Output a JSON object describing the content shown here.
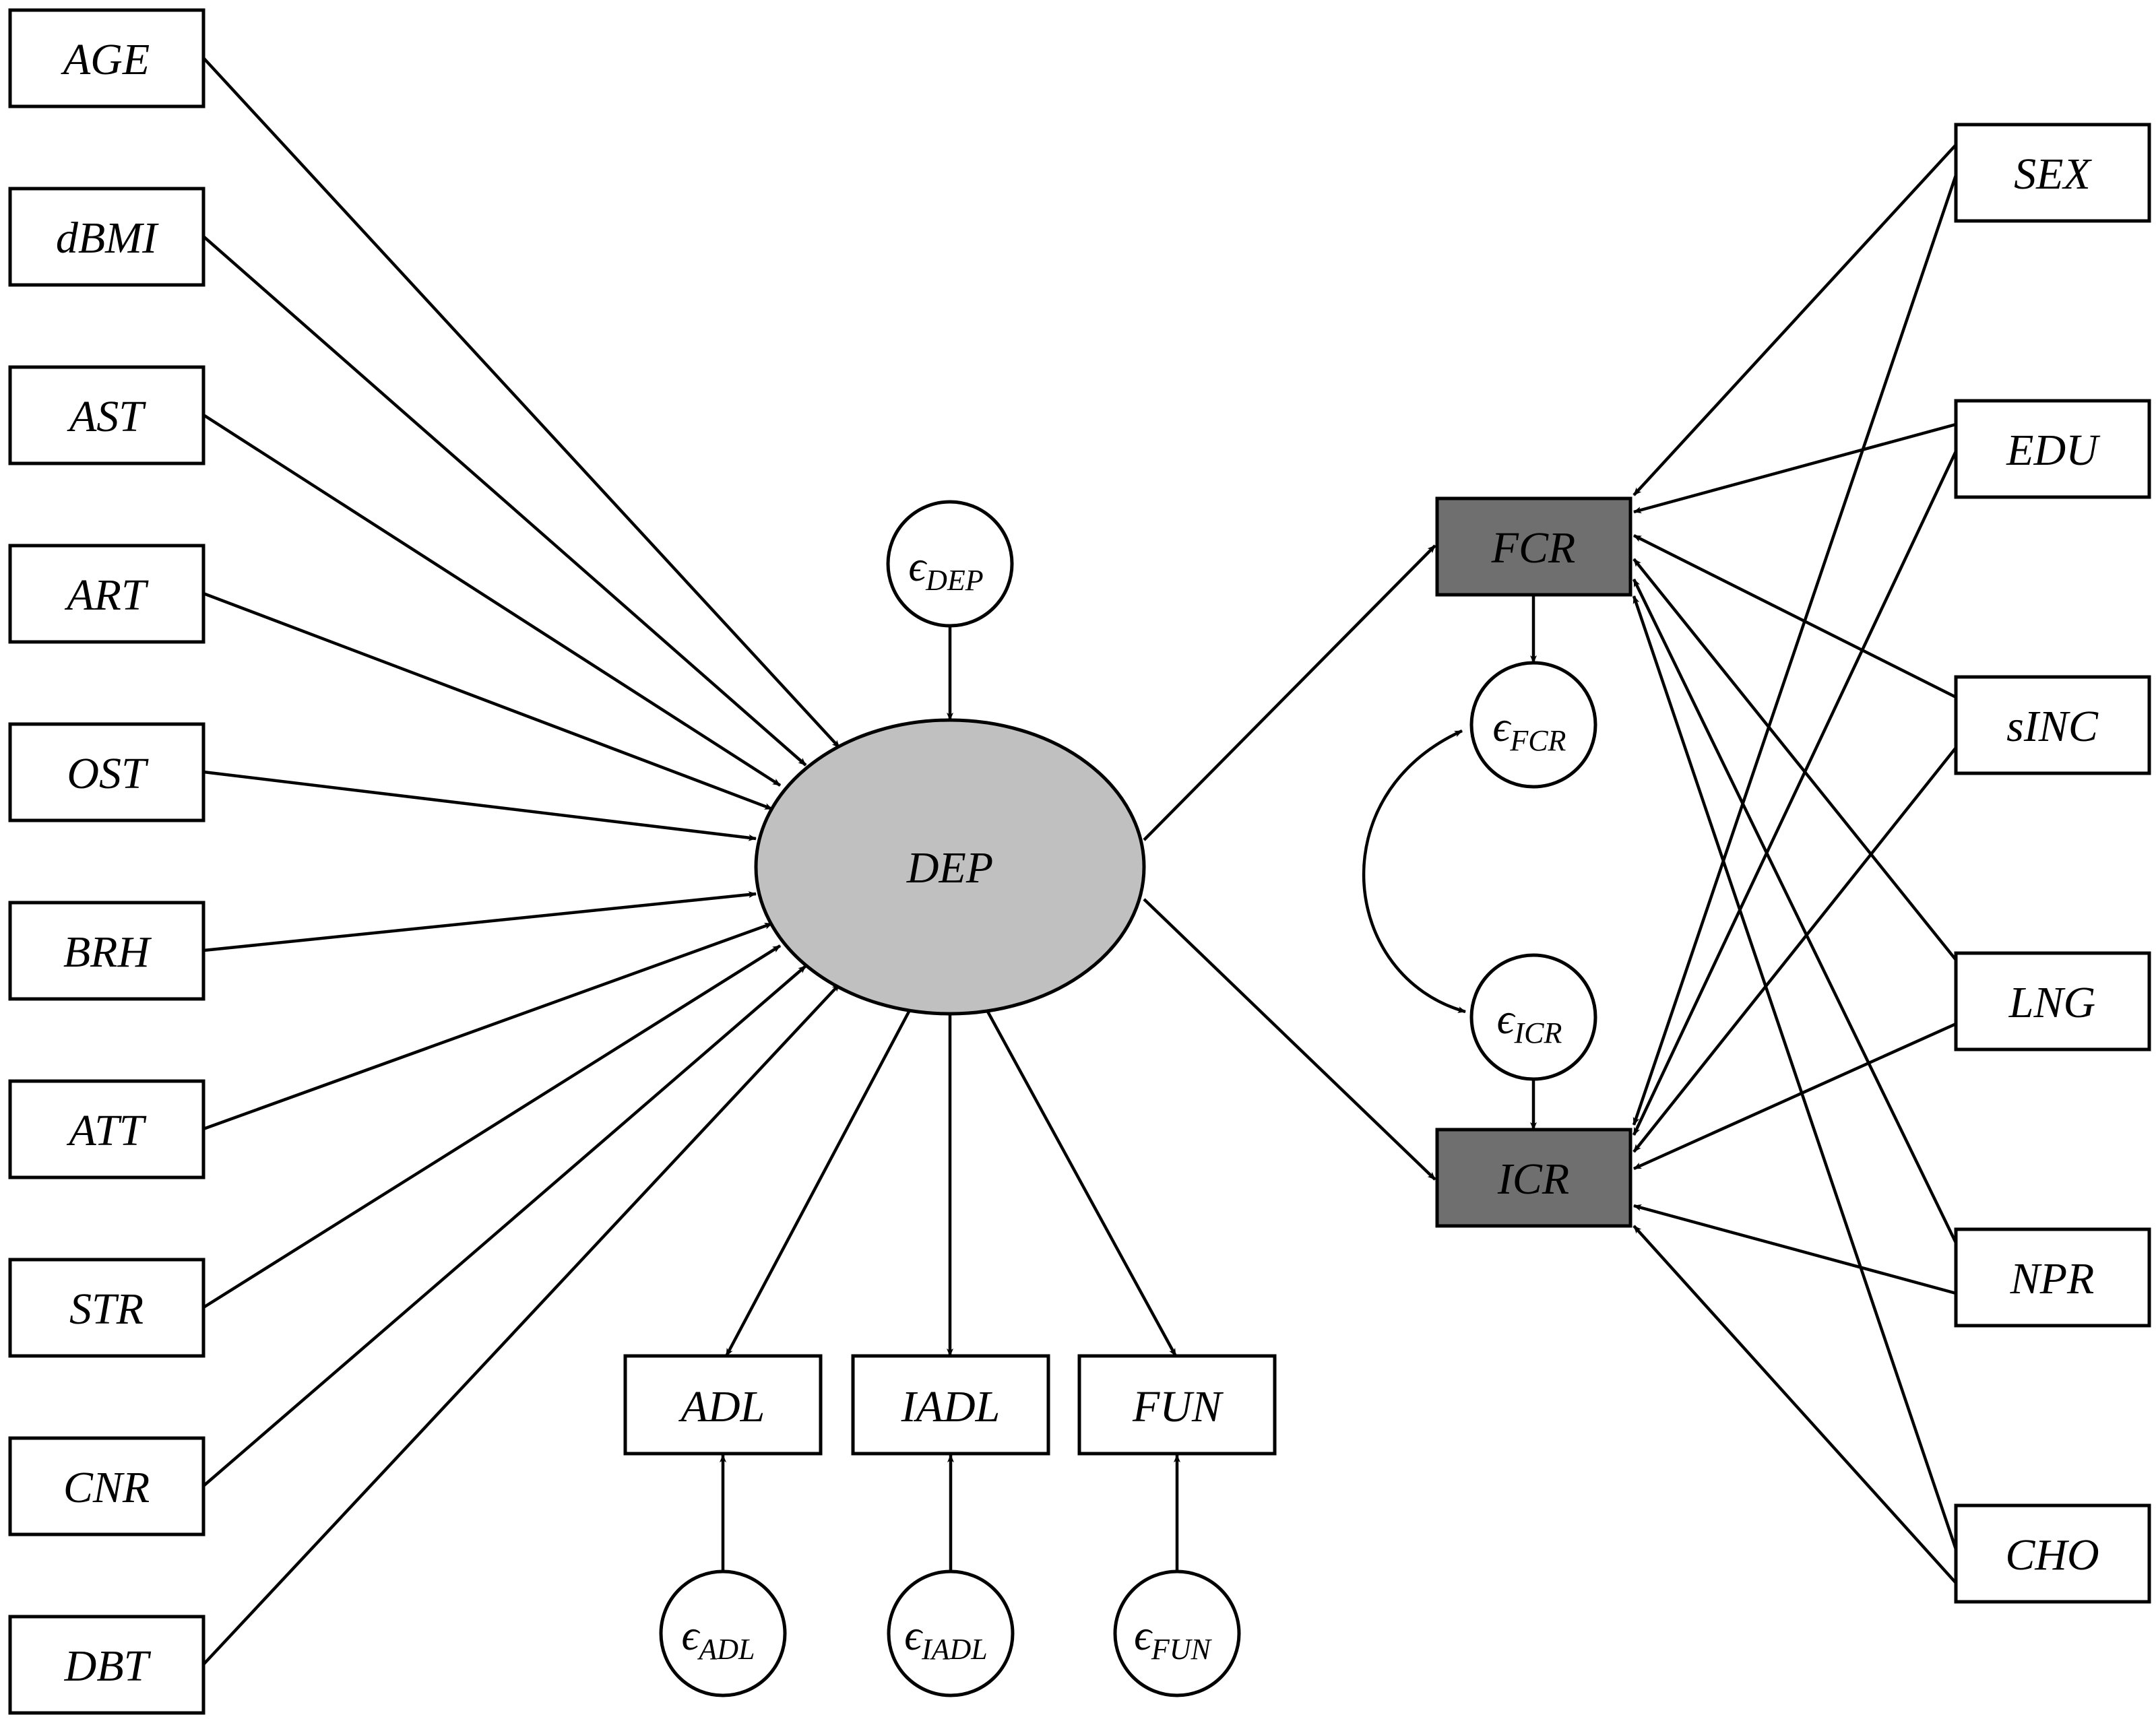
{
  "colors": {
    "latent_fill": "#c0c0c0",
    "outcome_fill": "#6f6f6f",
    "box_fill": "#ffffff",
    "line": "#000000"
  },
  "left_predictors": [
    "AGE",
    "dBMI",
    "AST",
    "ART",
    "OST",
    "BRH",
    "ATT",
    "STR",
    "CNR",
    "DBT"
  ],
  "right_predictors": [
    "SEX",
    "EDU",
    "sINC",
    "LNG",
    "NPR",
    "CHO"
  ],
  "latent": {
    "label": "DEP"
  },
  "outcomes": {
    "fcr": "FCR",
    "icr": "ICR"
  },
  "indicators": [
    "ADL",
    "IADL",
    "FUN"
  ],
  "error_terms": {
    "symbol": "ϵ",
    "dep": "DEP",
    "fcr": "FCR",
    "icr": "ICR",
    "adl": "ADL",
    "iadl": "IADL",
    "fun": "FUN"
  }
}
